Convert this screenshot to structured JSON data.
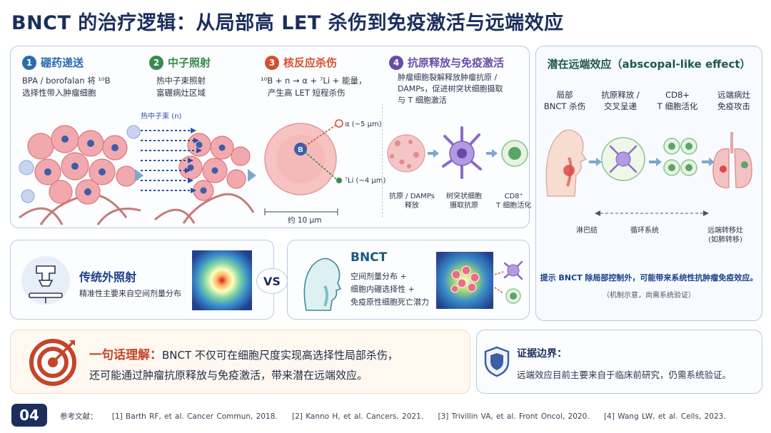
{
  "title": "BNCT 的治疗逻辑：从局部高 LET 杀伤到免疫激活与远端效应",
  "colors": {
    "navy": "#1b2e5c",
    "step1": "#2b6cb0",
    "step2": "#3a8a4a",
    "step3": "#d4502c",
    "step4": "#6a4aa8",
    "accent": "#c4452a",
    "green": "#1c5a4c"
  },
  "steps": [
    {
      "num": "1",
      "title": "硼药递送",
      "desc_lines": [
        "BPA / borofalan 将 ¹⁰B",
        "选择性带入肿瘤细胞"
      ]
    },
    {
      "num": "2",
      "title": "中子照射",
      "desc_lines": [
        "热中子束照射",
        "富硼病灶区域"
      ],
      "beam_label": "热中子束 (n)"
    },
    {
      "num": "3",
      "title": "核反应杀伤",
      "desc_lines": [
        "¹⁰B + n → α + ⁷Li + 能量，",
        "产生高 LET 短程杀伤"
      ],
      "alpha_label": "α (~5 μm)",
      "li_label": "⁷Li (~4 μm)",
      "scale_label": "约 10 μm"
    },
    {
      "num": "4",
      "title": "抗原释放与免疫激活",
      "desc_lines": [
        "肿瘤细胞裂解释放肿瘤抗原 /",
        "DAMPs，促进树突状细胞摄取",
        "与 T 细胞激活"
      ],
      "labels": [
        [
          "抗原 / DAMPs",
          "释放"
        ],
        [
          "树突状细胞",
          "摄取抗原"
        ],
        [
          "CD8⁺",
          "T 细胞活化"
        ]
      ]
    }
  ],
  "abscopal": {
    "title": "潜在远端效应（abscopal-like effect）",
    "columns": [
      [
        "局部",
        "BNCT 杀伤"
      ],
      [
        "抗原释放 /",
        "交叉呈递"
      ],
      [
        "CD8+",
        "T 细胞活化"
      ],
      [
        "远端病灶",
        "免疫攻击"
      ]
    ],
    "bottom_labels": [
      [
        "淋巴结"
      ],
      [
        "循环系统"
      ],
      [
        "远端转移灶",
        "(如肺转移)"
      ]
    ],
    "hint": "提示 BNCT 除局部控制外，可能带来系统性抗肿瘤免疫效应。",
    "note": "（机制示意，尚需系统验证）"
  },
  "traditional": {
    "title": "传统外照射",
    "desc": "精准性主要来自空间剂量分布"
  },
  "vs": "VS",
  "bnct": {
    "title": "BNCT",
    "desc_lines": [
      "空间剂量分布 +",
      "细胞内硼选择性 +",
      "免疫原性细胞死亡潜力"
    ]
  },
  "summary": {
    "label": "一句话理解：",
    "line1": "BNCT 不仅可在细胞尺度实现高选择性局部杀伤，",
    "line2": "还可能通过肿瘤抗原释放与免疫激活，带来潜在远端效应。"
  },
  "evidence": {
    "title": "证据边界：",
    "text": "远端效应目前主要来自于临床前研究，仍需系统验证。"
  },
  "page_number": "04",
  "refs": {
    "label": "参考文献：",
    "items": [
      "[1] Barth RF, et al. Cancer Commun, 2018.",
      "[2] Kanno H, et al. Cancers, 2021.",
      "[3] Trivillin VA, et al. Front Oncol, 2020.",
      "[4] Wang LW, et al. Cells, 2023."
    ]
  },
  "icons": [
    "target-icon",
    "shield-icon",
    "radiotherapy-machine-icon",
    "patient-head-icon",
    "lymph-node-icon",
    "lungs-icon"
  ]
}
